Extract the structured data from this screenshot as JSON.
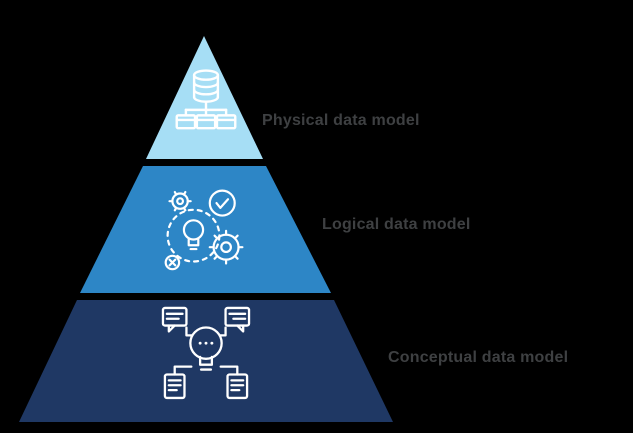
{
  "background_color": "#000000",
  "pyramid": {
    "label_color": "#3e4042",
    "icon_stroke_color": "#ffffff",
    "tiers": [
      {
        "id": "physical",
        "label": "Physical data model",
        "color": "#a6def5",
        "icon": "database-hierarchy-icon"
      },
      {
        "id": "logical",
        "label": "Logical data model",
        "color": "#2d86c6",
        "icon": "gears-idea-icon"
      },
      {
        "id": "conceptual",
        "label": "Conceptual data model",
        "color": "#1f3864",
        "icon": "lightbulb-communication-icon"
      }
    ]
  }
}
